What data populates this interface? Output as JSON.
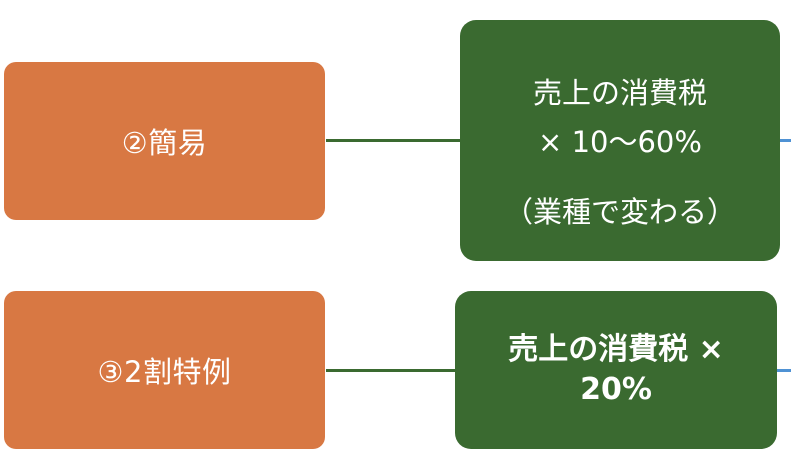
{
  "colors": {
    "orange": "#d87843",
    "green": "#3a6a30",
    "connector": "#3a6a30",
    "edge": "#4f92d4"
  },
  "rows": [
    {
      "label": "②簡易",
      "green_lines": [
        "売上の消費税",
        "× 10～60%",
        "（業種で変わる）"
      ]
    },
    {
      "label": "③2割特例",
      "green_lines": [
        "売上の消費税 ×",
        "20%"
      ]
    }
  ]
}
